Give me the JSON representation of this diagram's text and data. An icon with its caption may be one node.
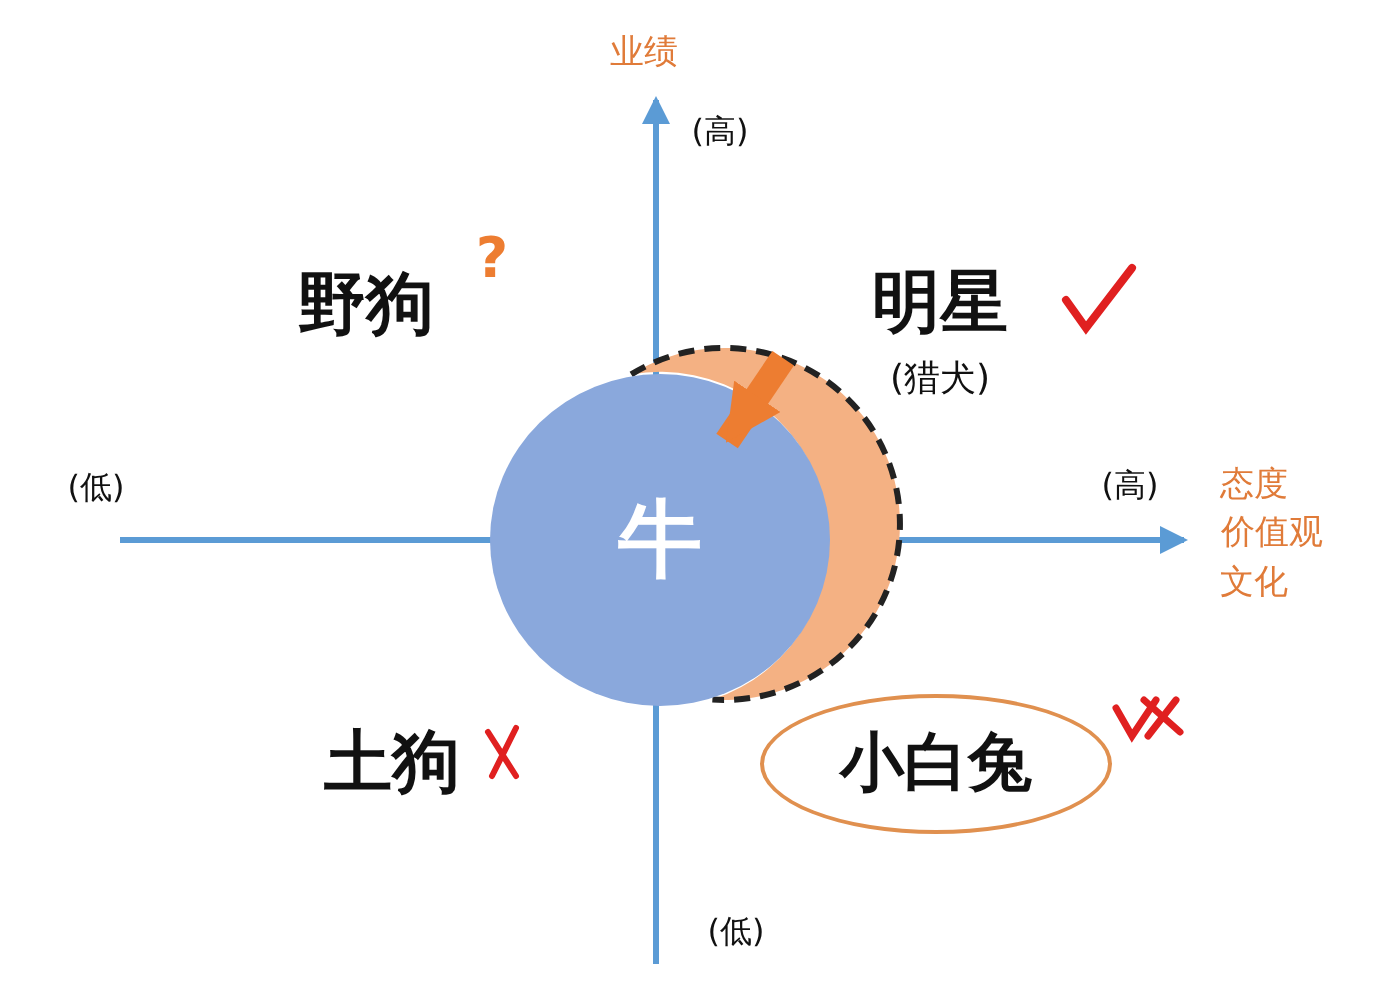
{
  "diagram": {
    "nodes": [
      {
        "text": [
          "牛"
        ]
      },
      {
        "text": [
          "小白兔"
        ]
      },
      {
        "text": [],
        "shape": "crescent"
      }
    ],
    "edges": [
      {
        "from": 2,
        "to": 0,
        "arrow": "to",
        "color": "#ed7d31"
      }
    ],
    "labels": [
      "业绩",
      "(高)",
      "?",
      "野狗",
      "明星",
      "(猎犬)",
      "(低)",
      "(高)",
      "态度",
      "价值观",
      "文化",
      "土狗",
      "(低)"
    ]
  }
}
